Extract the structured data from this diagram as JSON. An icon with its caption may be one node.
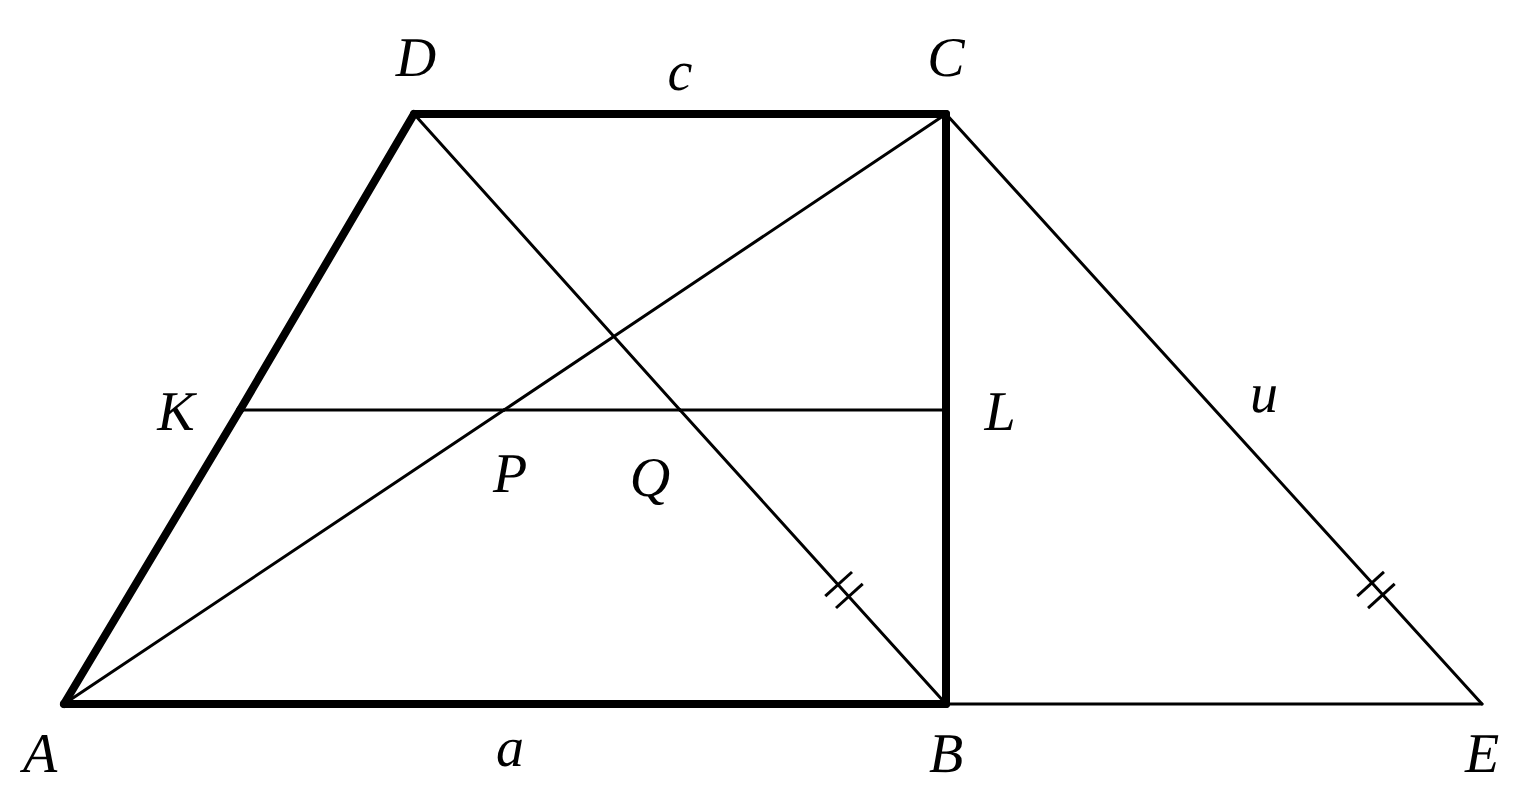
{
  "diagram": {
    "nodes": [
      {
        "text": [
          "D"
        ]
      },
      {
        "text": [
          "C"
        ]
      },
      {
        "text": [
          "K"
        ]
      },
      {
        "text": [
          "P"
        ]
      },
      {
        "text": [
          "Q"
        ]
      },
      {
        "text": [
          "L"
        ]
      },
      {
        "text": [
          "A"
        ]
      },
      {
        "text": [
          "B"
        ]
      },
      {
        "text": [
          "E"
        ]
      }
    ],
    "edges": [
      {
        "from": 6,
        "to": 2,
        "arrow": "none",
        "style": "thick"
      },
      {
        "from": 2,
        "to": 0,
        "arrow": "none",
        "style": "thick"
      },
      {
        "from": 0,
        "to": 1,
        "arrow": "none",
        "style": "thick",
        "label": "c"
      },
      {
        "from": 1,
        "to": 5,
        "arrow": "none",
        "style": "thick"
      },
      {
        "from": 5,
        "to": 7,
        "arrow": "none",
        "style": "thick"
      },
      {
        "from": 6,
        "to": 7,
        "arrow": "none",
        "style": "thick",
        "label": "a"
      },
      {
        "from": 7,
        "to": 8,
        "arrow": "none"
      },
      {
        "from": 2,
        "to": 3,
        "arrow": "none"
      },
      {
        "from": 3,
        "to": 4,
        "arrow": "none"
      },
      {
        "from": 4,
        "to": 5,
        "arrow": "none"
      },
      {
        "from": 6,
        "to": 3,
        "arrow": "none"
      },
      {
        "from": 3,
        "to": 1,
        "arrow": "none"
      },
      {
        "from": 0,
        "to": 4,
        "arrow": "none"
      },
      {
        "from": 4,
        "to": 7,
        "arrow": "none"
      },
      {
        "from": 1,
        "to": 8,
        "arrow": "none",
        "label": "u"
      }
    ]
  }
}
